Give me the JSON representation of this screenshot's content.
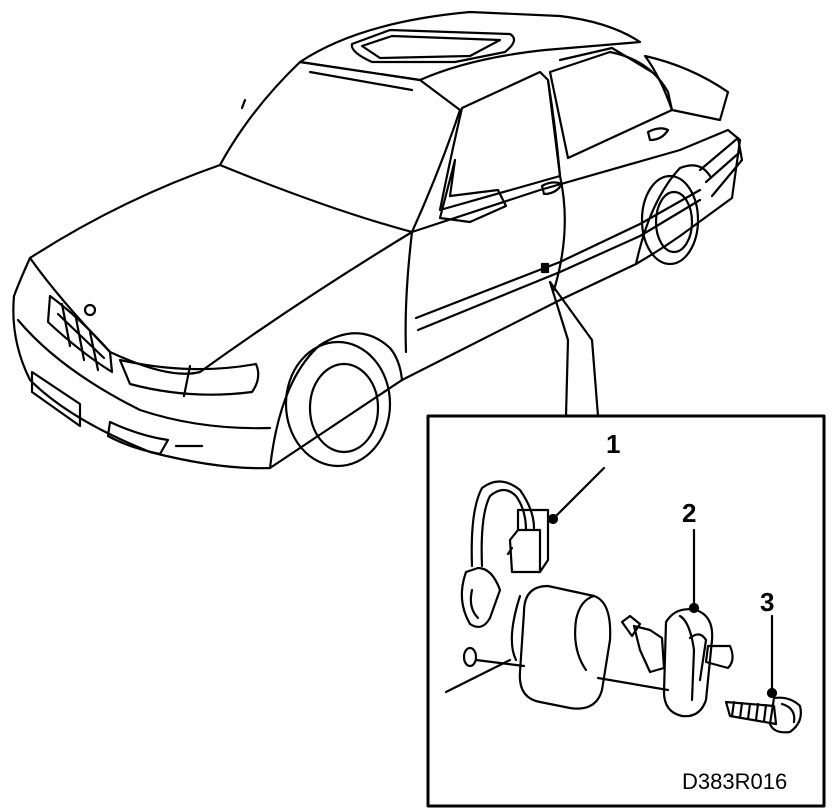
{
  "diagram": {
    "drawing_code": "D383R016",
    "callouts": [
      {
        "number": "1",
        "part": "connector"
      },
      {
        "number": "2",
        "part": "door-switch"
      },
      {
        "number": "3",
        "part": "screw"
      }
    ]
  }
}
